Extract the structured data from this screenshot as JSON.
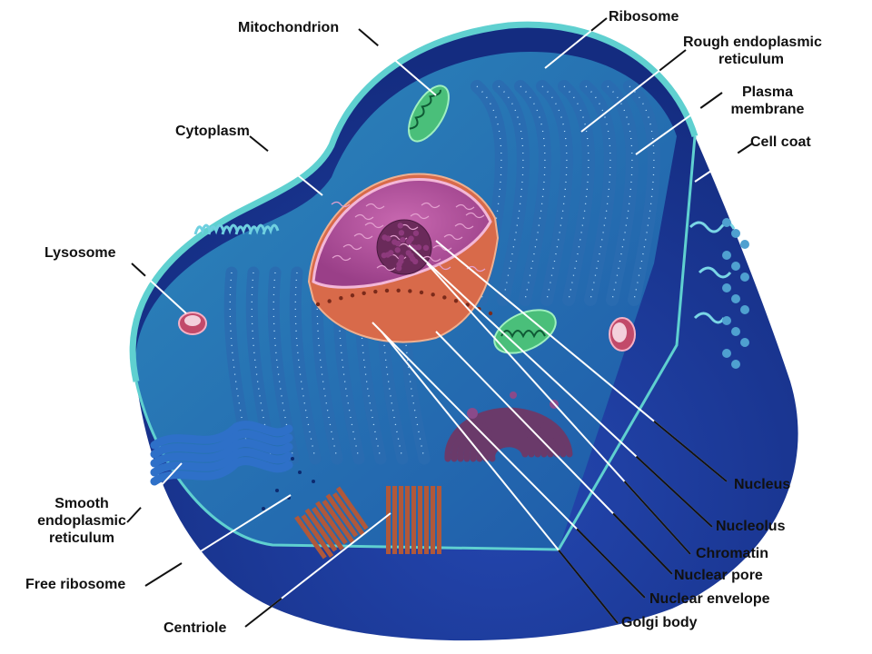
{
  "colors": {
    "cell_outer": "#1f3ea0",
    "cell_inner": "#2f88b8",
    "membrane": "#5fd0d0",
    "nucleus_fill": "#b5569c",
    "nucleus_envelope": "#d86a4a",
    "nucleolus": "#6a2a5a",
    "er": "#2a6cb0",
    "golgi": "#6a3a6a",
    "mitochondrion": "#4abf7a",
    "lysosome": "#c24a6a",
    "centriole": "#b0583a",
    "leader_line": "#ffffff"
  },
  "labels": {
    "mitochondrion": "Mitochondrion",
    "ribosome": "Ribosome",
    "rough_er_line1": "Rough endoplasmic",
    "rough_er_line2": "reticulum",
    "plasma_membrane_line1": "Plasma",
    "plasma_membrane_line2": "membrane",
    "cytoplasm": "Cytoplasm",
    "cell_coat": "Cell coat",
    "lysosome": "Lysosome",
    "nucleus": "Nucleus",
    "smooth_er_line1": "Smooth",
    "smooth_er_line2": "endoplasmic",
    "smooth_er_line3": "reticulum",
    "nucleolus": "Nucleolus",
    "chromatin": "Chromatin",
    "free_ribosome": "Free ribosome",
    "nuclear_pore": "Nuclear pore",
    "nuclear_envelope": "Nuclear envelope",
    "centriole": "Centriole",
    "golgi_body": "Golgi body"
  }
}
